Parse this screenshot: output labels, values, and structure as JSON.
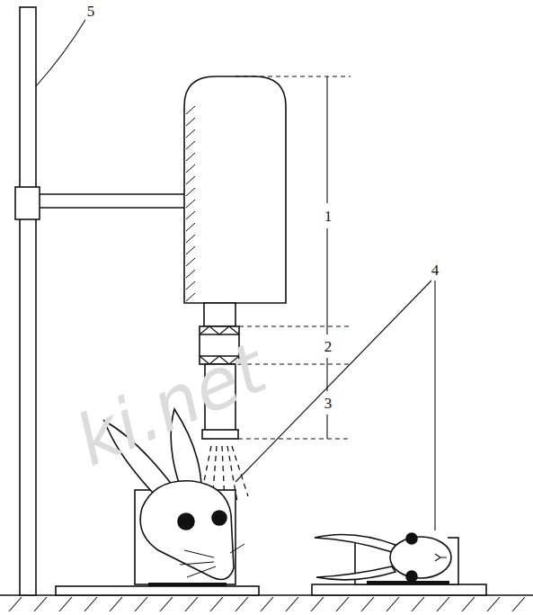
{
  "diagram": {
    "labels": [
      "1",
      "2",
      "3",
      "4",
      "5",
      "ki.net"
    ]
  }
}
